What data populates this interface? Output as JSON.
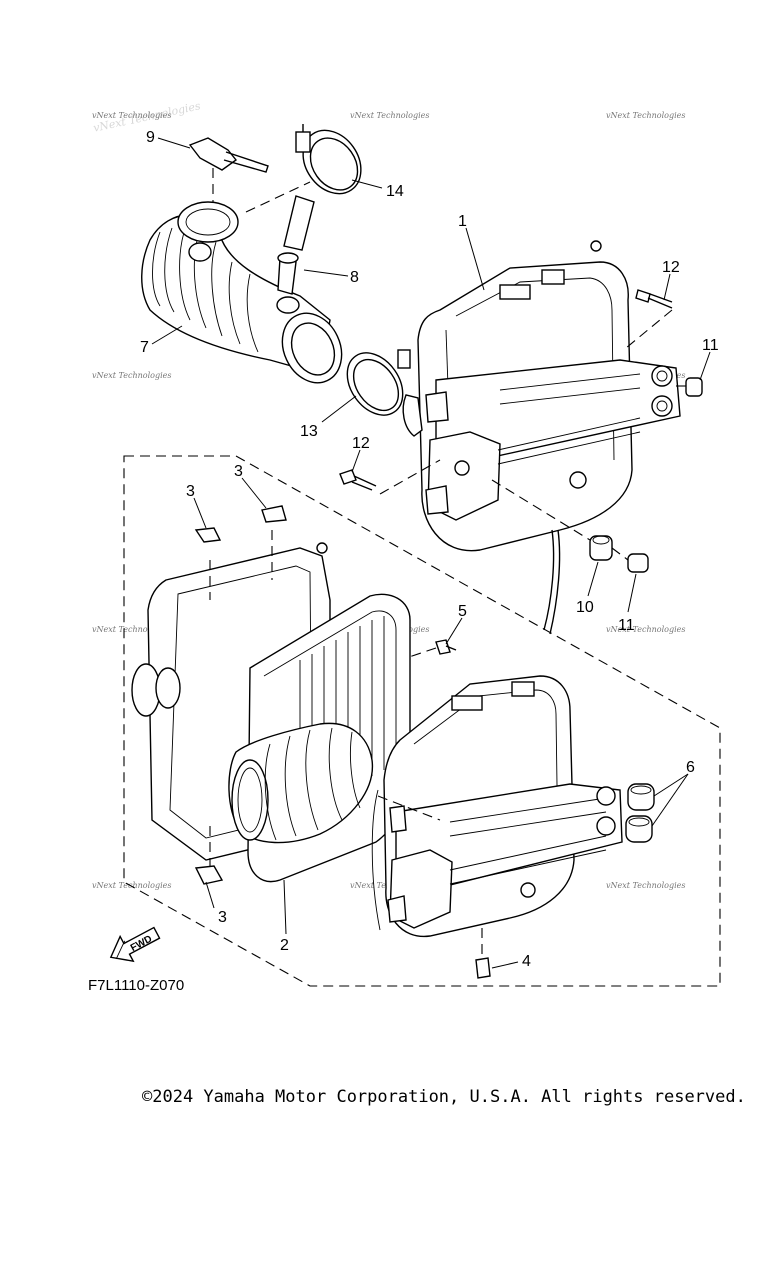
{
  "diagram": {
    "callouts": [
      "9",
      "14",
      "1",
      "8",
      "7",
      "12",
      "11",
      "13",
      "12",
      "3",
      "3",
      "3",
      "5",
      "10",
      "11",
      "6",
      "2",
      "4"
    ],
    "figure_code": "F7L1110-Z070",
    "fwd_label": "FWD",
    "watermark": "vNext Technologies"
  },
  "footer": {
    "copyright": "©2024 Yamaha Motor Corporation, U.S.A. All rights reserved."
  }
}
